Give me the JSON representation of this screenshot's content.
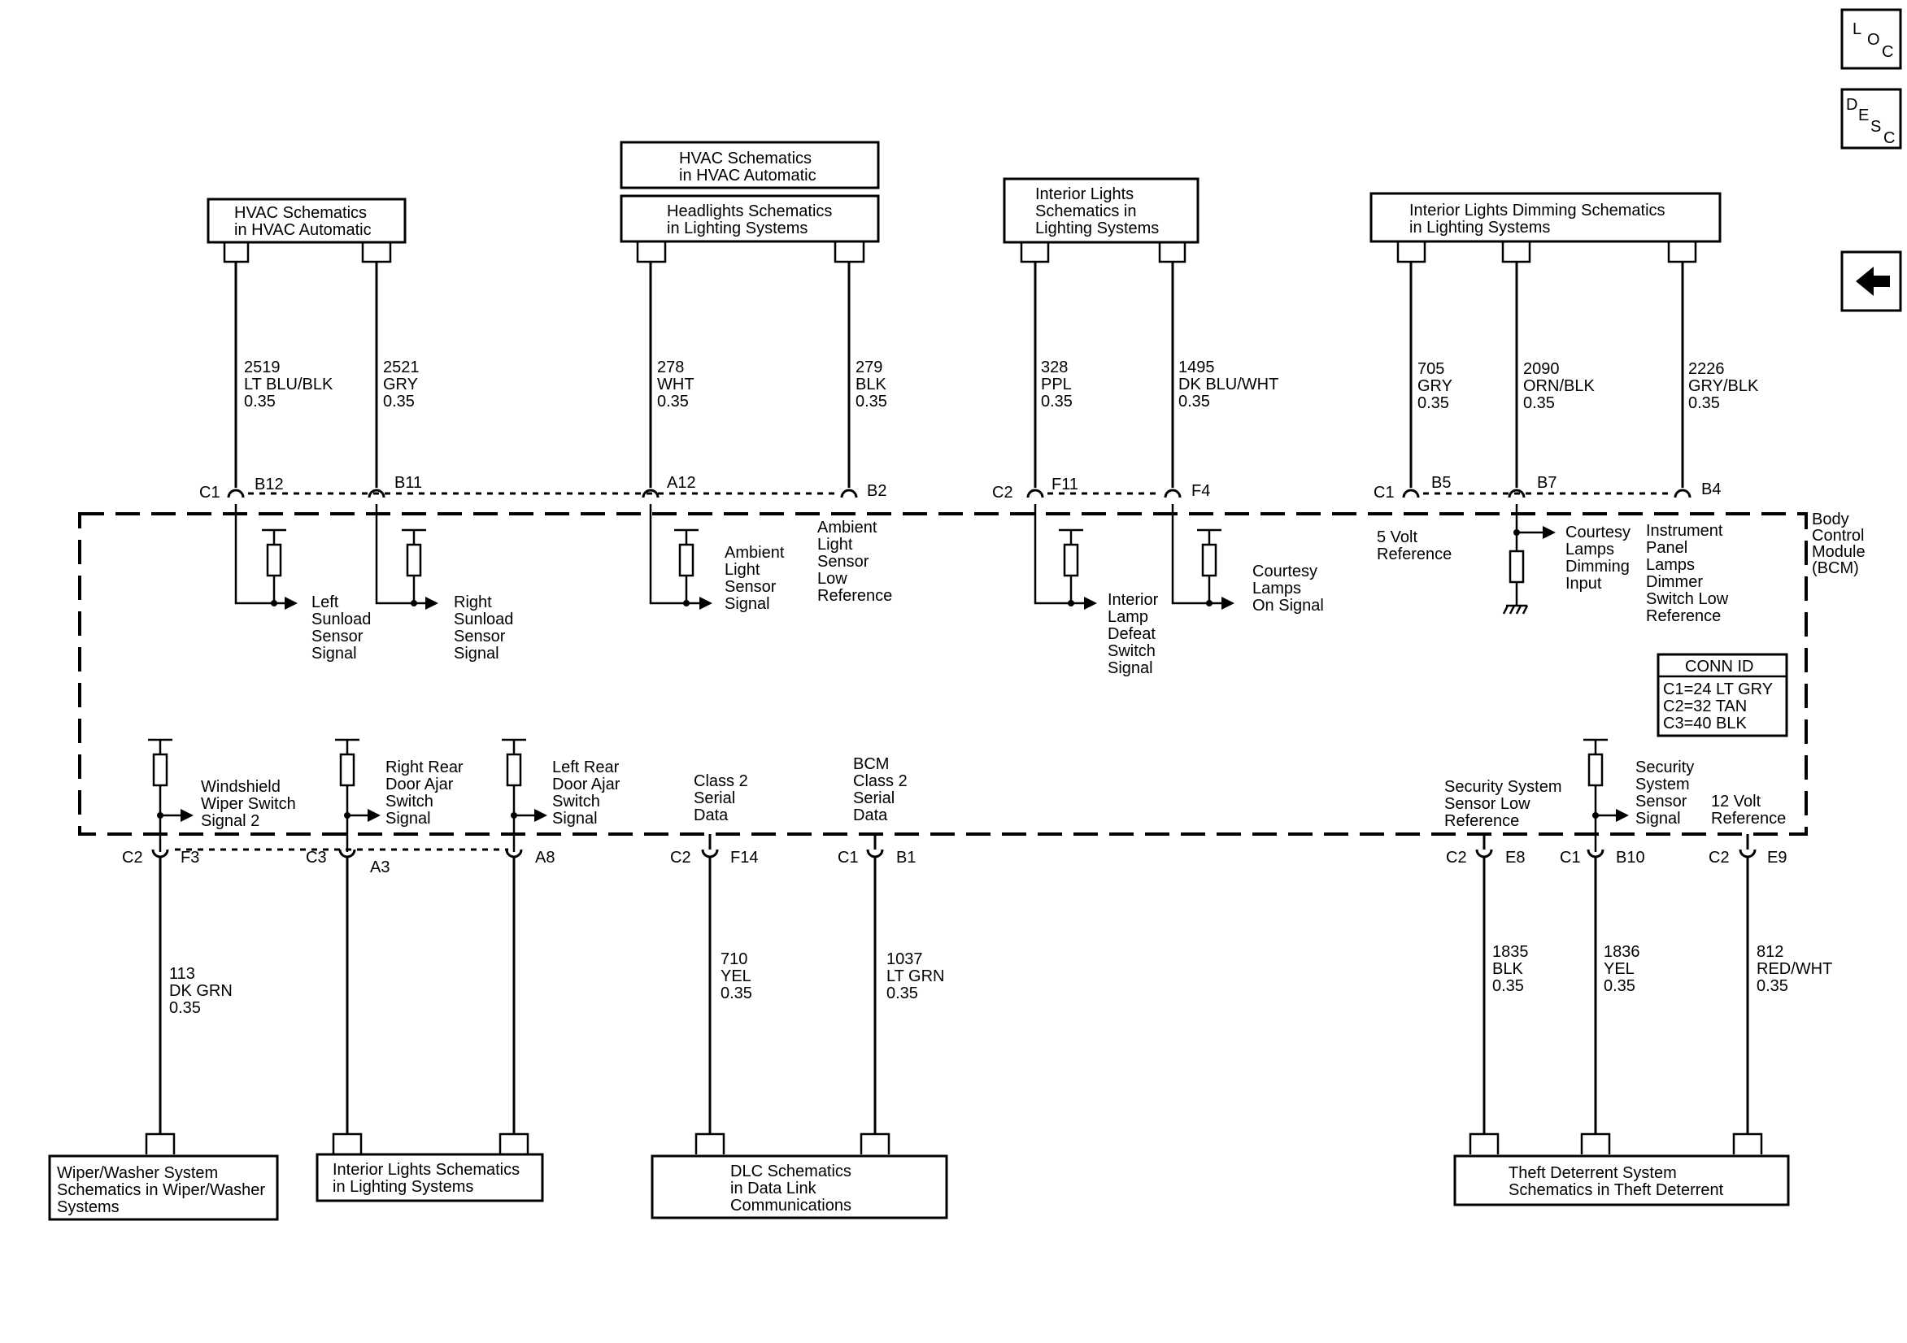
{
  "nav": {
    "loc": [
      "L",
      "O",
      "C"
    ],
    "desc": [
      "D",
      "E",
      "S",
      "C"
    ]
  },
  "top_boxes": {
    "hvac1": [
      "HVAC Schematics",
      "in HVAC Automatic"
    ],
    "hvac2": [
      "HVAC Schematics",
      "in HVAC Automatic"
    ],
    "headlights": [
      "Headlights Schematics",
      "in Lighting Systems"
    ],
    "interior": [
      "Interior Lights",
      "Schematics in",
      "Lighting Systems"
    ],
    "dimming": [
      "Interior Lights Dimming Schematics",
      "in Lighting Systems"
    ]
  },
  "top_wires": {
    "w2519": [
      "2519",
      "LT BLU/BLK",
      "0.35"
    ],
    "w2521": [
      "2521",
      "GRY",
      "0.35"
    ],
    "w278": [
      "278",
      "WHT",
      "0.35"
    ],
    "w279": [
      "279",
      "BLK",
      "0.35"
    ],
    "w328": [
      "328",
      "PPL",
      "0.35"
    ],
    "w1495": [
      "1495",
      "DK BLU/WHT",
      "0.35"
    ],
    "w705": [
      "705",
      "GRY",
      "0.35"
    ],
    "w2090": [
      "2090",
      "ORN/BLK",
      "0.35"
    ],
    "w2226": [
      "2226",
      "GRY/BLK",
      "0.35"
    ]
  },
  "top_pins": {
    "c1a": "C1",
    "b12": "B12",
    "b11": "B11",
    "a12": "A12",
    "b2": "B2",
    "c2a": "C2",
    "f11": "F11",
    "f4": "F4",
    "c1b": "C1",
    "b5": "B5",
    "b7": "B7",
    "b4": "B4"
  },
  "bcm_label": [
    "Body",
    "Control",
    "Module",
    "(BCM)"
  ],
  "top_signals": {
    "left_sunload": [
      "Left",
      "Sunload",
      "Sensor",
      "Signal"
    ],
    "right_sunload": [
      "Right",
      "Sunload",
      "Sensor",
      "Signal"
    ],
    "ambient_signal": [
      "Ambient",
      "Light",
      "Sensor",
      "Signal"
    ],
    "ambient_low": [
      "Ambient",
      "Light",
      "Sensor",
      "Low",
      "Reference"
    ],
    "lamp_defeat": [
      "Interior",
      "Lamp",
      "Defeat",
      "Switch",
      "Signal"
    ],
    "courtesy_on": [
      "Courtesy",
      "Lamps",
      "On Signal"
    ],
    "five_volt": [
      "5 Volt",
      "Reference"
    ],
    "courtesy_dim": [
      "Courtesy",
      "Lamps",
      "Dimming",
      "Input"
    ],
    "ip_dimmer": [
      "Instrument",
      "Panel",
      "Lamps",
      "Dimmer",
      "Switch Low",
      "Reference"
    ]
  },
  "conn_id": {
    "title": "CONN ID",
    "rows": [
      "C1=24 LT GRY",
      "C2=32 TAN",
      "C3=40 BLK"
    ]
  },
  "bottom_signals": {
    "windshield": [
      "Windshield",
      "Wiper Switch",
      "Signal 2"
    ],
    "rr_door": [
      "Right Rear",
      "Door Ajar",
      "Switch",
      "Signal"
    ],
    "lr_door": [
      "Left Rear",
      "Door Ajar",
      "Switch",
      "Signal"
    ],
    "class2": [
      "Class 2",
      "Serial",
      "Data"
    ],
    "bcm_class2": [
      "BCM",
      "Class 2",
      "Serial",
      "Data"
    ],
    "sec_low": [
      "Security System",
      "Sensor Low",
      "Reference"
    ],
    "sec_signal": [
      "Security",
      "System",
      "Sensor",
      "Signal"
    ],
    "twelve_volt": [
      "12 Volt",
      "Reference"
    ]
  },
  "bottom_pins": {
    "c2a": "C2",
    "f3": "F3",
    "c3": "C3",
    "a3": "A3",
    "a8": "A8",
    "c2b": "C2",
    "f14": "F14",
    "c1a": "C1",
    "b1": "B1",
    "c2c": "C2",
    "e8": "E8",
    "c1b": "C1",
    "b10": "B10",
    "c2d": "C2",
    "e9": "E9"
  },
  "bottom_wires": {
    "w113": [
      "113",
      "DK GRN",
      "0.35"
    ],
    "w710": [
      "710",
      "YEL",
      "0.35"
    ],
    "w1037": [
      "1037",
      "LT GRN",
      "0.35"
    ],
    "w1835": [
      "1835",
      "BLK",
      "0.35"
    ],
    "w1836": [
      "1836",
      "YEL",
      "0.35"
    ],
    "w812": [
      "812",
      "RED/WHT",
      "0.35"
    ]
  },
  "bottom_boxes": {
    "wiper": [
      "Wiper/Washer System",
      "Schematics in Wiper/Washer",
      "Systems"
    ],
    "interior": [
      "Interior Lights Schematics",
      "in Lighting Systems"
    ],
    "dlc": [
      "DLC Schematics",
      "in Data Link",
      "Communications"
    ],
    "theft": [
      "Theft Deterrent System",
      "Schematics in Theft Deterrent"
    ]
  }
}
